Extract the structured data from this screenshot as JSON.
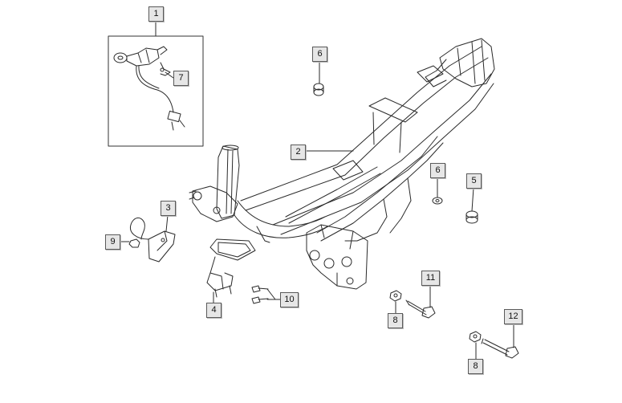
{
  "diagram": {
    "callouts": [
      {
        "id": "c1",
        "label": "1"
      },
      {
        "id": "c2",
        "label": "2"
      },
      {
        "id": "c3",
        "label": "3"
      },
      {
        "id": "c4",
        "label": "4"
      },
      {
        "id": "c5",
        "label": "5"
      },
      {
        "id": "c6a",
        "label": "6"
      },
      {
        "id": "c6b",
        "label": "6"
      },
      {
        "id": "c7",
        "label": "7"
      },
      {
        "id": "c8a",
        "label": "8"
      },
      {
        "id": "c8b",
        "label": "8"
      },
      {
        "id": "c9",
        "label": "9"
      },
      {
        "id": "c10",
        "label": "10"
      },
      {
        "id": "c11",
        "label": "11"
      },
      {
        "id": "c12",
        "label": "12"
      }
    ],
    "colors": {
      "line": "#2a2a2a",
      "callout_fill": "#e6e6e6",
      "callout_border": "#5a5a5a",
      "background": "#ffffff"
    }
  }
}
